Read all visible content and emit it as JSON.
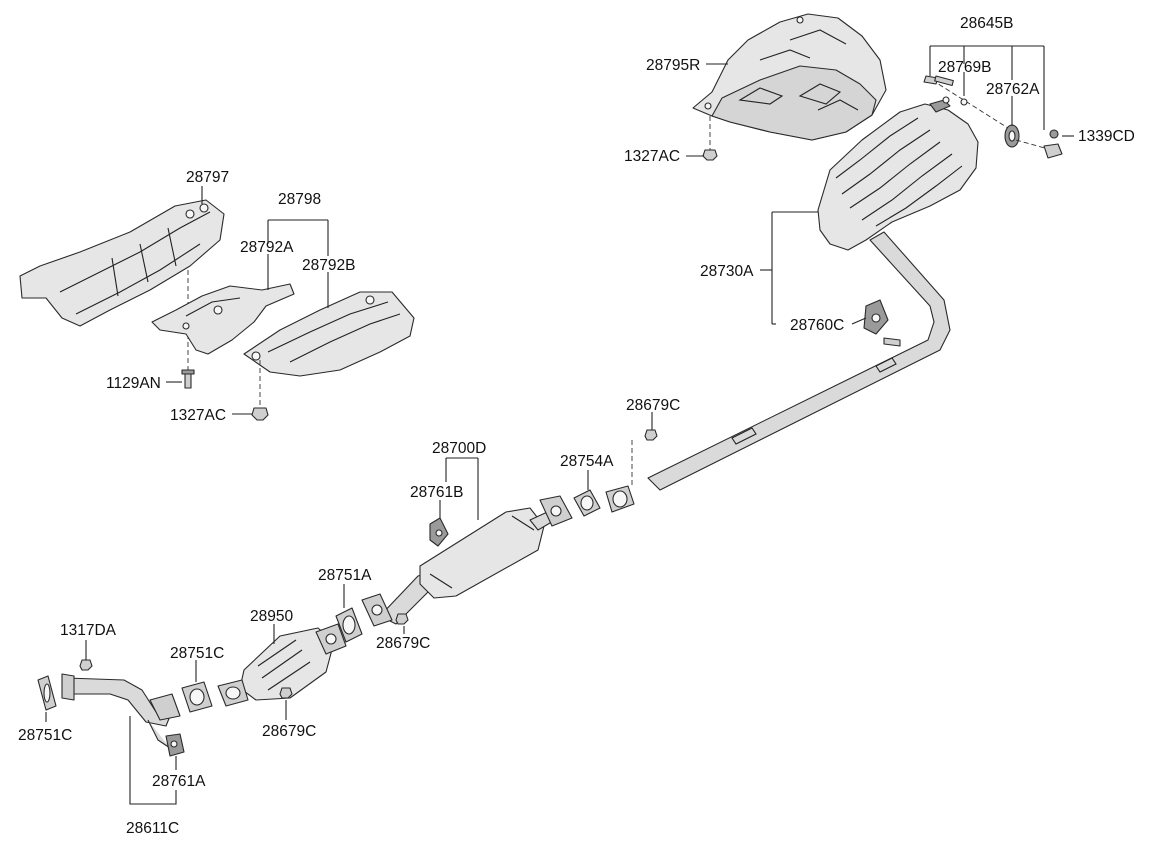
{
  "diagram": {
    "labels": {
      "l28645B": "28645B",
      "l28795R": "28795R",
      "l28769B": "28769B",
      "l28762A": "28762A",
      "l1339CD": "1339CD",
      "l1327AC_top": "1327AC",
      "l28797": "28797",
      "l28798": "28798",
      "l28792A": "28792A",
      "l28792B": "28792B",
      "l1129AN": "1129AN",
      "l1327AC_mid": "1327AC",
      "l28730A": "28730A",
      "l28760C": "28760C",
      "l28679C_top": "28679C",
      "l28700D": "28700D",
      "l28754A": "28754A",
      "l28761B": "28761B",
      "l28751A": "28751A",
      "l28679C_mid": "28679C",
      "l28950": "28950",
      "l1317DA": "1317DA",
      "l28751C_mid": "28751C",
      "l28751C_left": "28751C",
      "l28679C_bot": "28679C",
      "l28761A": "28761A",
      "l28611C": "28611C"
    }
  }
}
